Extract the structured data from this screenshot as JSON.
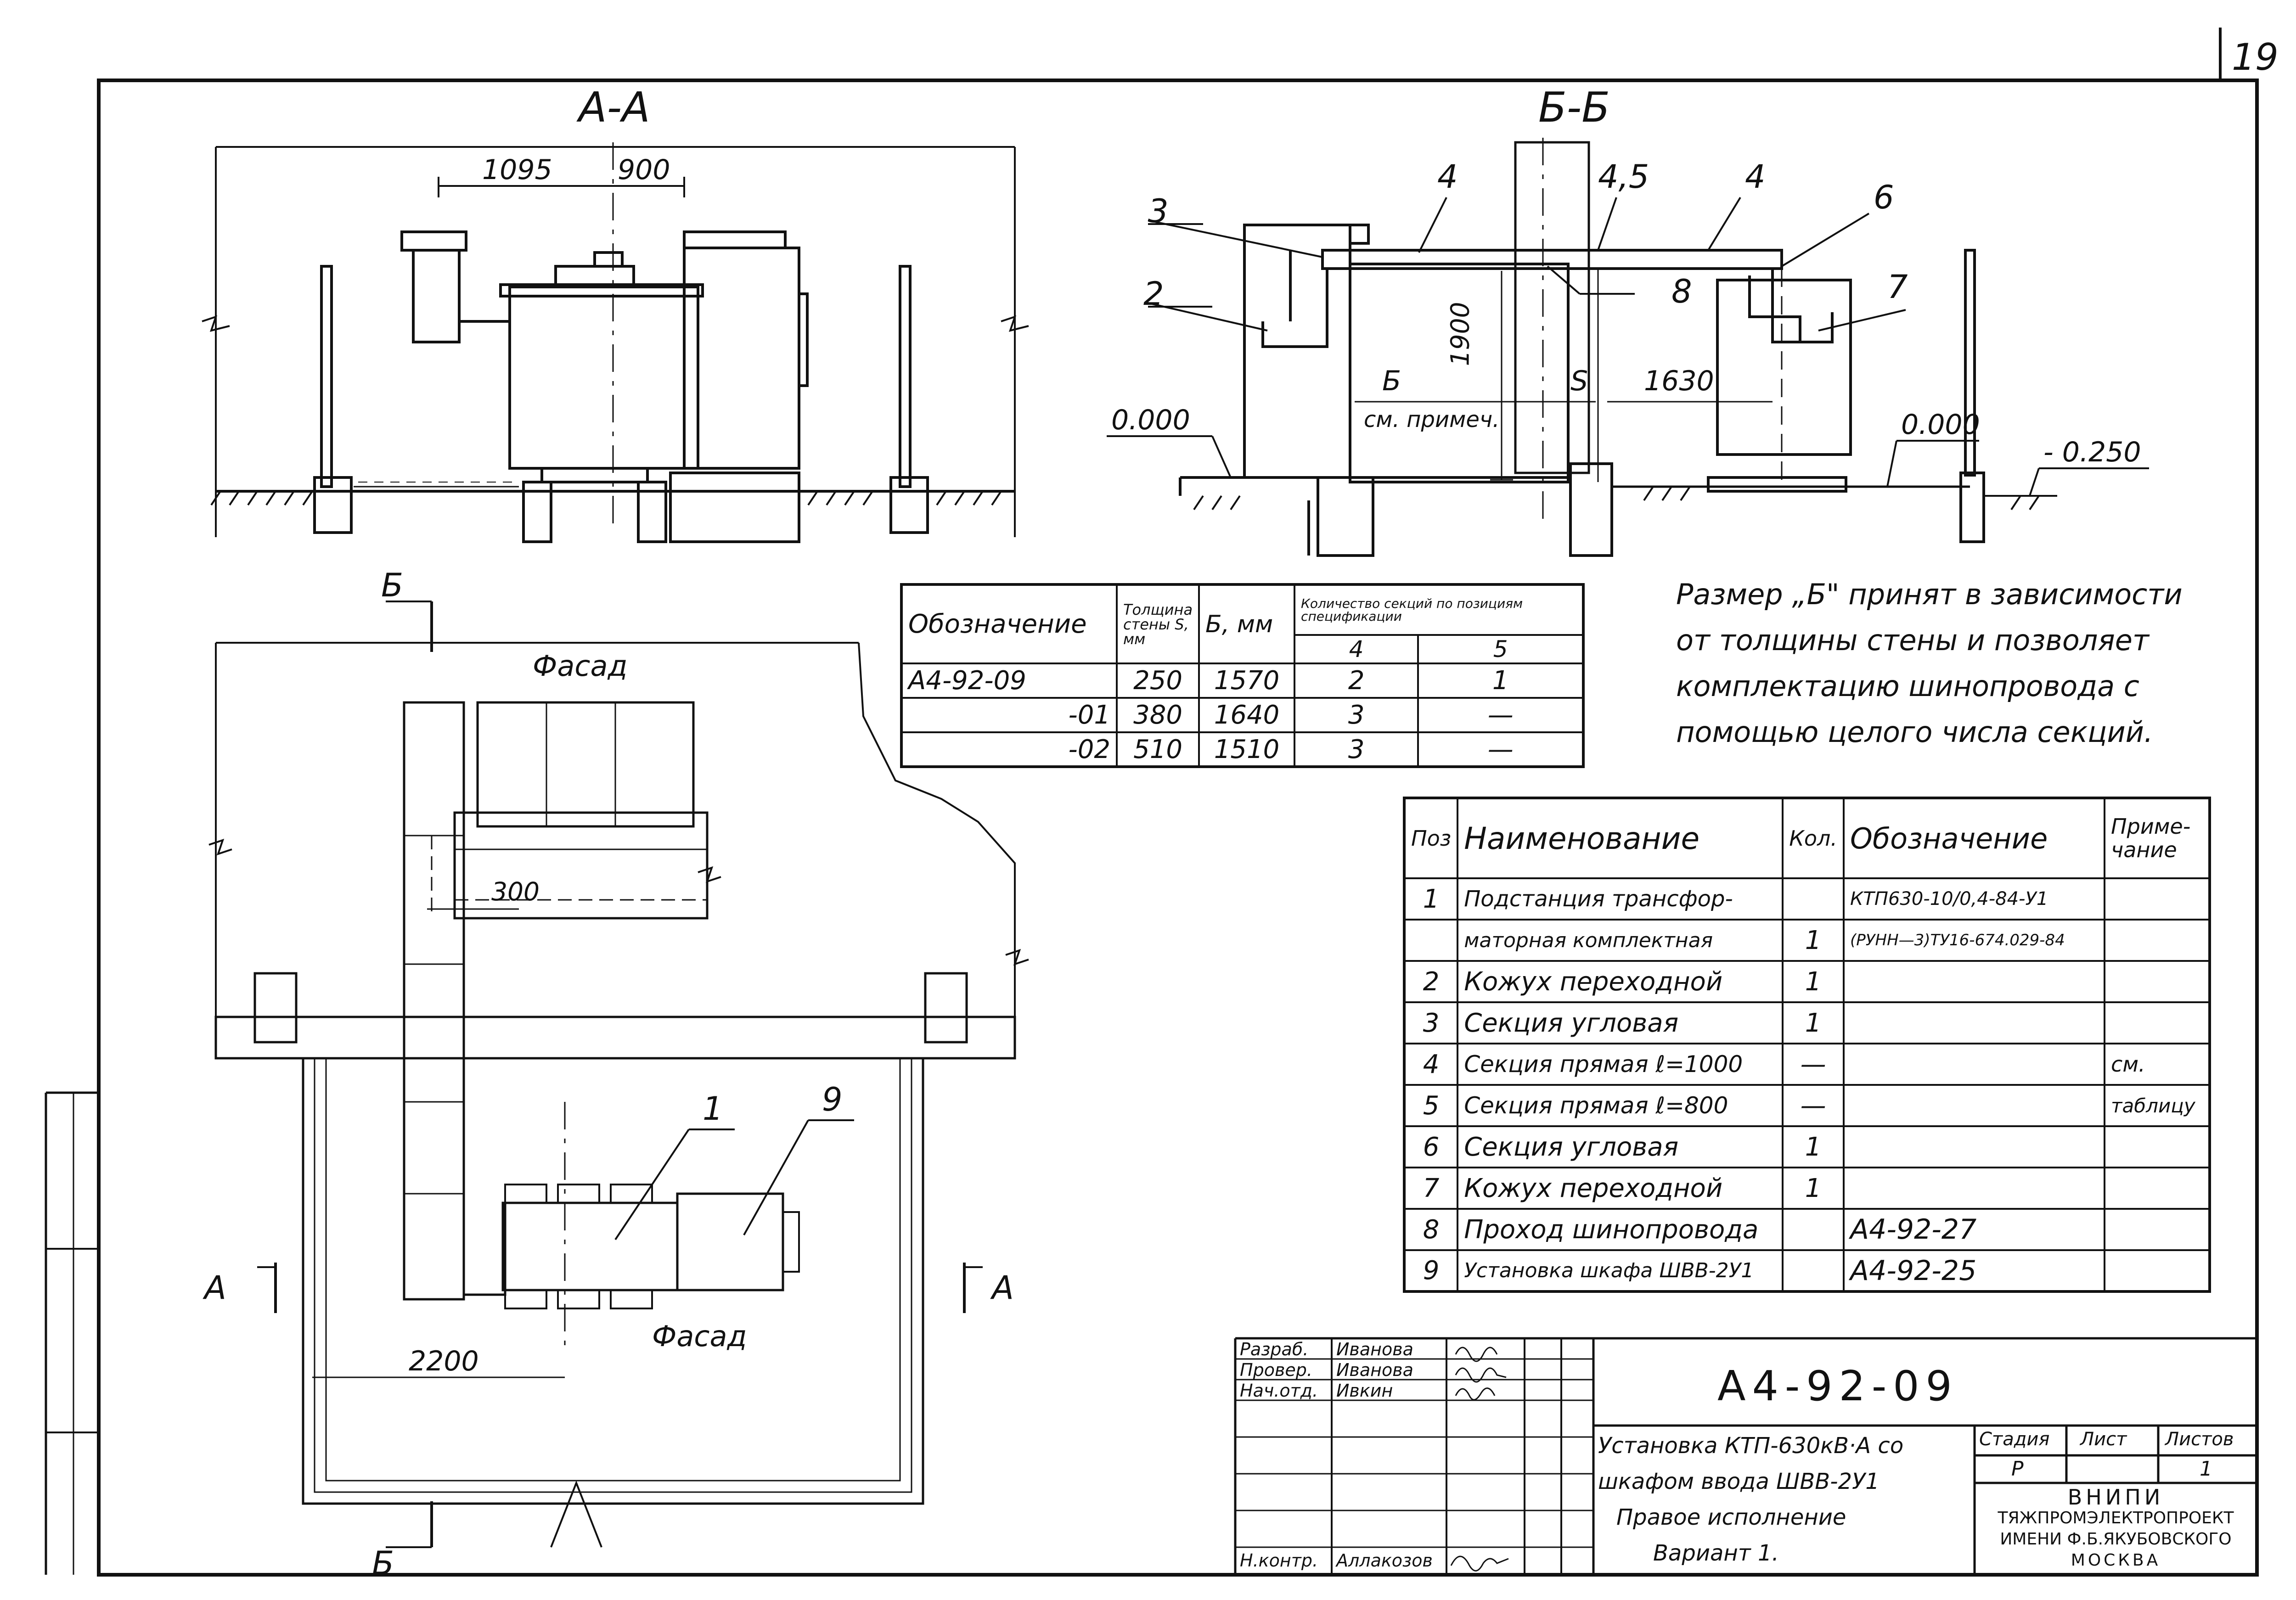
{
  "page_number": "19",
  "views": {
    "section_aa": {
      "title": "А-А",
      "dims": [
        "1095",
        "900"
      ]
    },
    "section_bb": {
      "title": "Б-Б",
      "dims": [
        "4",
        "4,5",
        "4",
        "1900",
        "Б",
        "см. примеч.",
        "S",
        "1630"
      ],
      "positions": [
        "3",
        "2",
        "8",
        "6",
        "7"
      ],
      "levels": [
        "0.000",
        "0.000",
        "- 0.250"
      ]
    },
    "plan": {
      "section_marks": [
        "Б",
        "Б",
        "А",
        "А"
      ],
      "facade_labels": [
        "Фасад",
        "Фасад"
      ],
      "dims": [
        "300",
        "2200"
      ],
      "positions": [
        "1",
        "9"
      ]
    }
  },
  "wall_table": {
    "headers": [
      "Обозначение",
      "Толщина стены S, мм",
      "Б, мм",
      "Количество секций по позициям спецификации"
    ],
    "subheaders": [
      "4",
      "5"
    ],
    "rows": [
      [
        "А4-92-09",
        "250",
        "1570",
        "2",
        "1"
      ],
      [
        "-01",
        "380",
        "1640",
        "3",
        "—"
      ],
      [
        "-02",
        "510",
        "1510",
        "3",
        "—"
      ]
    ]
  },
  "note": {
    "lines": [
      "Размер „Б\" принят в зависимости",
      "от толщины стены и позволяет",
      "комплектацию шинопровода с",
      "помощью целого числа секций."
    ]
  },
  "spec_table": {
    "headers": [
      "Поз",
      "Наименование",
      "Кол.",
      "Обозначение",
      "Приме-чание"
    ],
    "rows": [
      [
        "1",
        "Подстанция трансфор-",
        "",
        "КТП630-10/0,4-84-У1",
        ""
      ],
      [
        "",
        "маторная комплектная",
        "1",
        "(РУНН—3)ТУ16-674.029-84",
        ""
      ],
      [
        "2",
        "Кожух переходной",
        "1",
        "",
        ""
      ],
      [
        "3",
        "Секция угловая",
        "1",
        "",
        ""
      ],
      [
        "4",
        "Секция прямая ℓ=1000",
        "—",
        "",
        "см."
      ],
      [
        "5",
        "Секция прямая ℓ=800",
        "—",
        "",
        "таблицу"
      ],
      [
        "6",
        "Секция угловая",
        "1",
        "",
        ""
      ],
      [
        "7",
        "Кожух переходной",
        "1",
        "",
        ""
      ],
      [
        "8",
        "Проход шинопровода",
        "",
        "А4-92-27",
        ""
      ],
      [
        "9",
        "Установка шкафа ШВВ-2У1",
        "",
        "А4-92-25",
        ""
      ]
    ]
  },
  "title_block": {
    "roles": [
      "Разраб.",
      "Провер.",
      "Нач.отд.",
      "",
      "",
      "",
      "Н.контр."
    ],
    "names": [
      "Иванова",
      "Иванова",
      "Ивкин",
      "",
      "",
      "",
      "Аллакозов"
    ],
    "doc_code": "А4-92-09",
    "title_lines": [
      "Установка КТП-630кВ·А со",
      "шкафом ввода ШВВ-2У1",
      "Правое исполнение",
      "Вариант 1."
    ],
    "stage_label": "Стадия",
    "sheet_label": "Лист",
    "sheets_label": "Листов",
    "stage": "Р",
    "sheets": "1",
    "org_lines": [
      "ВНИПИ",
      "ТЯЖПРОМЭЛЕКТРОПРОЕКТ",
      "ИМЕНИ Ф.Б.ЯКУБОВСКОГО",
      "МОСКВА"
    ]
  }
}
